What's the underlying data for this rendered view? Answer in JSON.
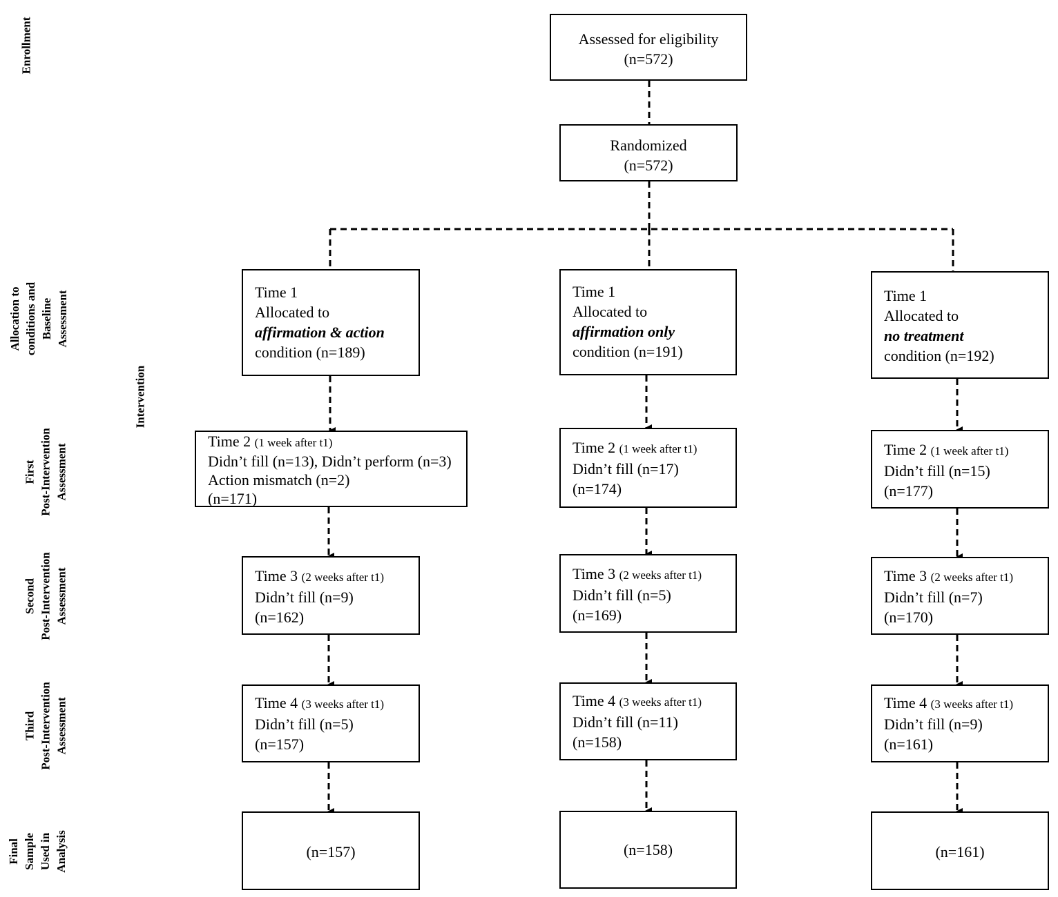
{
  "stage_labels": {
    "enrollment": [
      "Enrollment"
    ],
    "allocation": [
      "Allocation to",
      "conditions and",
      "Baseline",
      "Assessment"
    ],
    "intervention": [
      "Intervention"
    ],
    "first": [
      "First",
      "Post-Intervention",
      "Assessment"
    ],
    "second": [
      "Second",
      "Post-Intervention",
      "Assessment"
    ],
    "third": [
      "Third",
      "Post-Intervention",
      "Assessment"
    ],
    "final": [
      "Final",
      "Sample",
      "Used in",
      "Analysis"
    ]
  },
  "assessed": {
    "line1": "Assessed for eligibility",
    "line2": "(n=572)"
  },
  "randomized": {
    "line1": "Randomized",
    "line2": "(n=572)"
  },
  "arms": [
    {
      "t1": {
        "title": "Time 1",
        "allocated": "Allocated to",
        "condition_name": "affirmation & action",
        "condition_n": "condition (n=189)"
      },
      "t2": {
        "title": "Time 2",
        "note": "(1 week after t1)",
        "lines": [
          "Didn’t fill (n=13), Didn’t perform (n=3)",
          "Action mismatch (n=2)"
        ],
        "n": "(n=171)"
      },
      "t3": {
        "title": "Time 3",
        "note": "(2 weeks after t1)",
        "lines": [
          "Didn’t fill (n=9)"
        ],
        "n": "(n=162)"
      },
      "t4": {
        "title": "Time 4",
        "note": "(3 weeks after t1)",
        "lines": [
          "Didn’t fill (n=5)"
        ],
        "n": "(n=157)"
      },
      "final": "(n=157)"
    },
    {
      "t1": {
        "title": "Time 1",
        "allocated": "Allocated to",
        "condition_name": "affirmation only",
        "condition_n": "condition (n=191)"
      },
      "t2": {
        "title": "Time 2",
        "note": "(1 week after t1)",
        "lines": [
          "Didn’t fill (n=17)"
        ],
        "n": "(n=174)"
      },
      "t3": {
        "title": "Time 3",
        "note": "(2 weeks after t1)",
        "lines": [
          "Didn’t fill (n=5)"
        ],
        "n": "(n=169)"
      },
      "t4": {
        "title": "Time 4",
        "note": "(3 weeks after t1)",
        "lines": [
          "Didn’t fill (n=11)"
        ],
        "n": "(n=158)"
      },
      "final": "(n=158)"
    },
    {
      "t1": {
        "title": "Time 1",
        "allocated": "Allocated to",
        "condition_name": "no treatment",
        "condition_n": "condition (n=192)"
      },
      "t2": {
        "title": "Time 2",
        "note": "(1 week after t1)",
        "lines": [
          "Didn’t fill (n=15)"
        ],
        "n": "(n=177)"
      },
      "t3": {
        "title": "Time 3",
        "note": "(2 weeks after t1)",
        "lines": [
          "Didn’t fill (n=7)"
        ],
        "n": "(n=170)"
      },
      "t4": {
        "title": "Time 4",
        "note": "(3 weeks after t1)",
        "lines": [
          "Didn’t fill (n=9)"
        ],
        "n": "(n=161)"
      },
      "final": "(n=161)"
    }
  ]
}
